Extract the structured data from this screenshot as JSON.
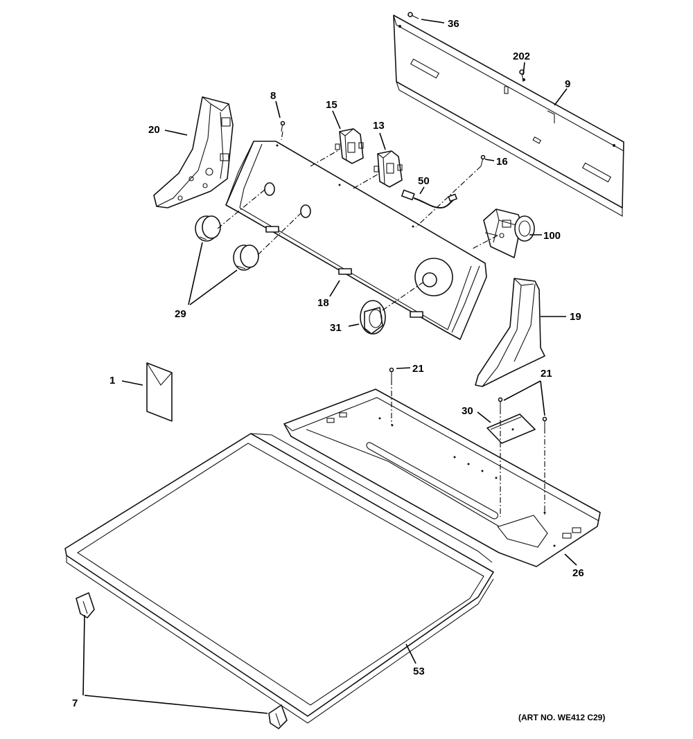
{
  "diagram": {
    "callouts": {
      "c36": "36",
      "c202": "202",
      "c9": "9",
      "c8": "8",
      "c15": "15",
      "c13": "13",
      "c20": "20",
      "c16": "16",
      "c50": "50",
      "c100": "100",
      "c29": "29",
      "c18": "18",
      "c31": "31",
      "c19": "19",
      "c1": "1",
      "c21a": "21",
      "c21b": "21",
      "c30": "30",
      "c26": "26",
      "c53": "53",
      "c7": "7"
    },
    "art_number": "(ART NO. WE412 C29)"
  }
}
